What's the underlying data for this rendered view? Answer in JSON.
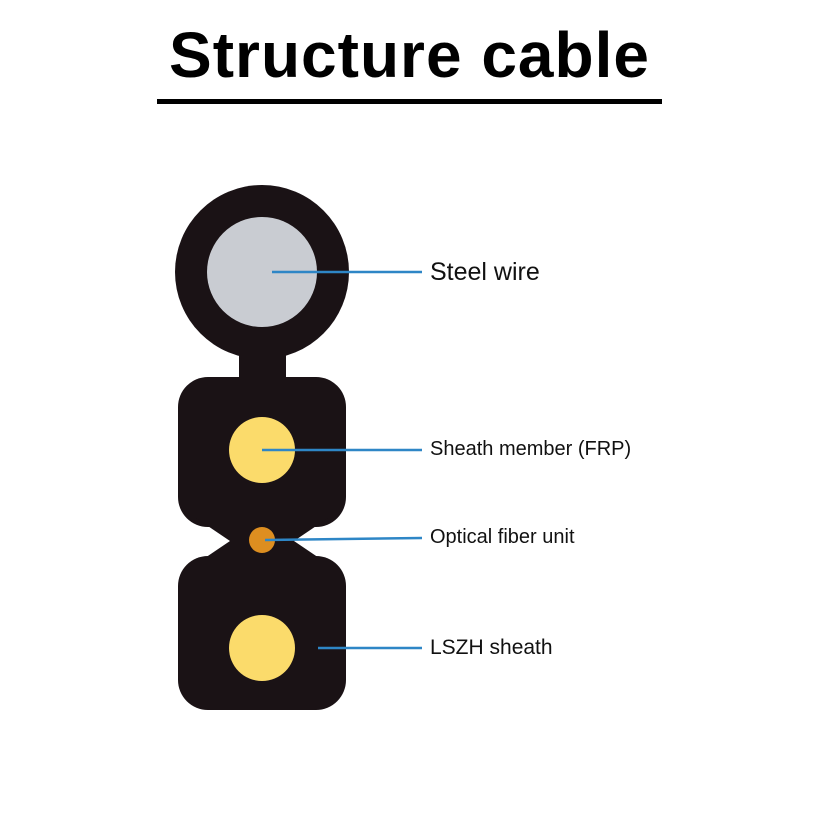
{
  "title": "Structure cable",
  "labels": {
    "steel_wire": "Steel wire",
    "sheath_member": "Sheath member (FRP)",
    "optical_fiber": "Optical fiber unit",
    "lszh_sheath": "LSZH sheath"
  },
  "colors": {
    "cable_body": "#1a1215",
    "steel_wire": "#c9ccd2",
    "strength_member": "#fbdb6b",
    "optical_fiber": "#dd8e20",
    "leader_line": "#2e86c6",
    "title_text": "#000000",
    "background": "#ffffff"
  }
}
